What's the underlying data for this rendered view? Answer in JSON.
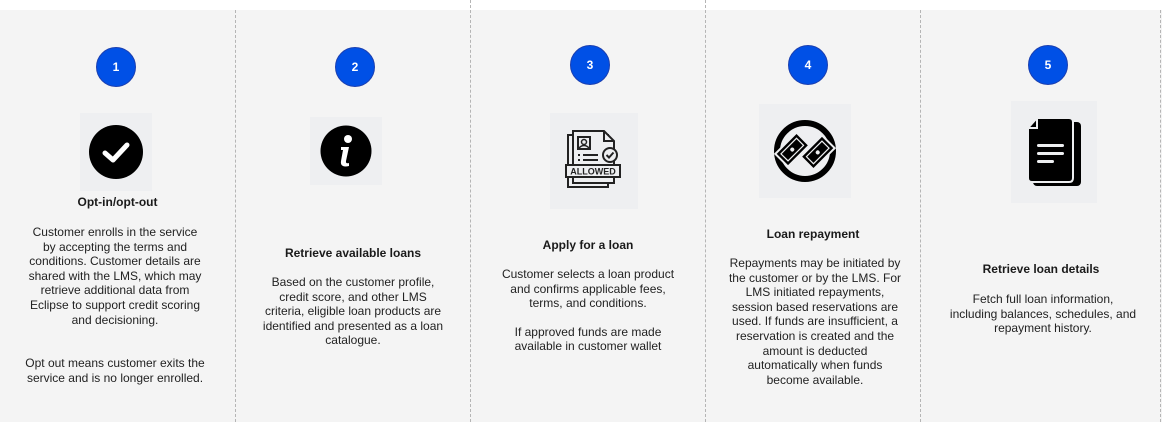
{
  "colors": {
    "badge": "#0050e6",
    "panel_bg": "#f4f4f4",
    "separator": "#b5b5b5",
    "icon_bg": "#eeeff1"
  },
  "steps": [
    {
      "number": "1",
      "icon": "check-circle-icon",
      "title": "Opt-in/opt-out",
      "description": "Customer enrolls in the service by accepting the terms and conditions. Customer details are shared with the LMS, which may retrieve additional data from Eclipse to support credit scoring and decisioning.",
      "description2": "Opt out means customer exits the service and is no longer enrolled."
    },
    {
      "number": "2",
      "icon": "info-circle-icon",
      "title": "Retrieve available loans",
      "description": "Based on the customer profile, credit score, and other LMS criteria, eligible loan products are identified and presented as a loan catalogue."
    },
    {
      "number": "3",
      "icon": "document-allowed-icon",
      "icon_label": "ALLOWED",
      "title": "Apply for a loan",
      "description": "Customer selects a loan product and confirms applicable fees, terms, and conditions.",
      "description2": "If approved funds are made available in customer wallet"
    },
    {
      "number": "4",
      "icon": "money-exchange-icon",
      "title": "Loan repayment",
      "description": "Repayments may be initiated by the customer or by the LMS. For LMS initiated repayments, session based reservations are used. If funds are insufficient, a reservation is created and the amount is deducted automatically when funds become available."
    },
    {
      "number": "5",
      "icon": "documents-icon",
      "title": "Retrieve loan details",
      "description": "Fetch full loan information, including balances, schedules, and repayment history."
    }
  ]
}
